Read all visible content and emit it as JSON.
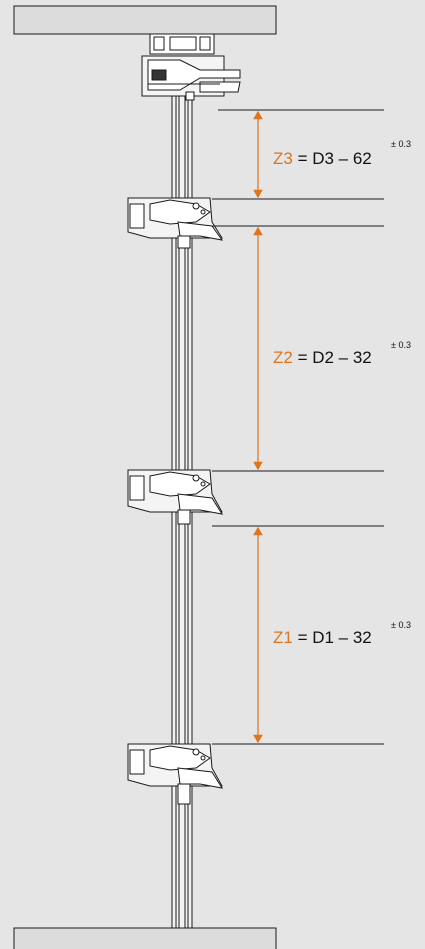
{
  "colors": {
    "background": "#e5e5e5",
    "dimension_arrow": "#e0741c",
    "zone_label": "#e0741c",
    "outline": "#1a1a1a"
  },
  "dimensions": [
    {
      "zone": "Z3",
      "formula": " = D3 – 62",
      "tolerance": "± 0.3"
    },
    {
      "zone": "Z2",
      "formula": " = D2 – 32",
      "tolerance": "± 0.3"
    },
    {
      "zone": "Z1",
      "formula": " = D1 – 32",
      "tolerance": "± 0.3"
    }
  ]
}
